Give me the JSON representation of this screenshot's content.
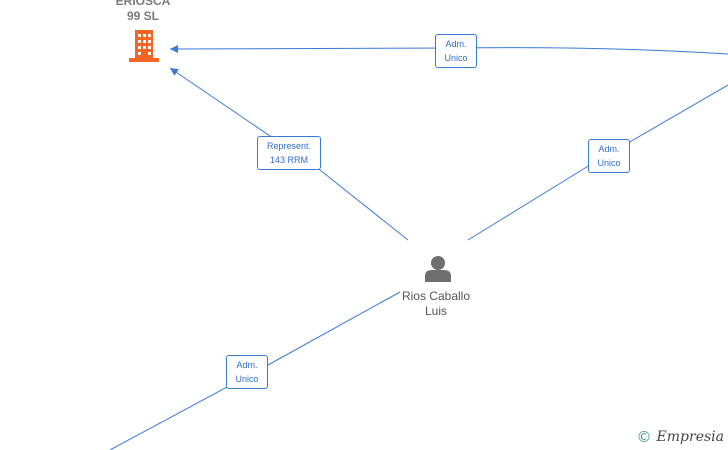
{
  "company": {
    "name_line1": "ERIOSCA",
    "name_line2": "99  SL",
    "icon": "building-icon",
    "color": "#f26522"
  },
  "person": {
    "name_line1": "Rios Caballo",
    "name_line2": "Luis",
    "icon": "person-icon",
    "color": "#6e6e6e"
  },
  "edges": [
    {
      "line1": "Adm.",
      "line2": "Unico"
    },
    {
      "line1": "Represent.",
      "line2": "143 RRM"
    },
    {
      "line1": "Adm.",
      "line2": "Unico"
    },
    {
      "line1": "Adm.",
      "line2": "Unico"
    }
  ],
  "colors": {
    "edge": "#3a7ad5",
    "label_text": "#2f6fc8"
  },
  "brand": {
    "copyright": "©",
    "name": "Empresia",
    "icon": "copyright-icon"
  }
}
